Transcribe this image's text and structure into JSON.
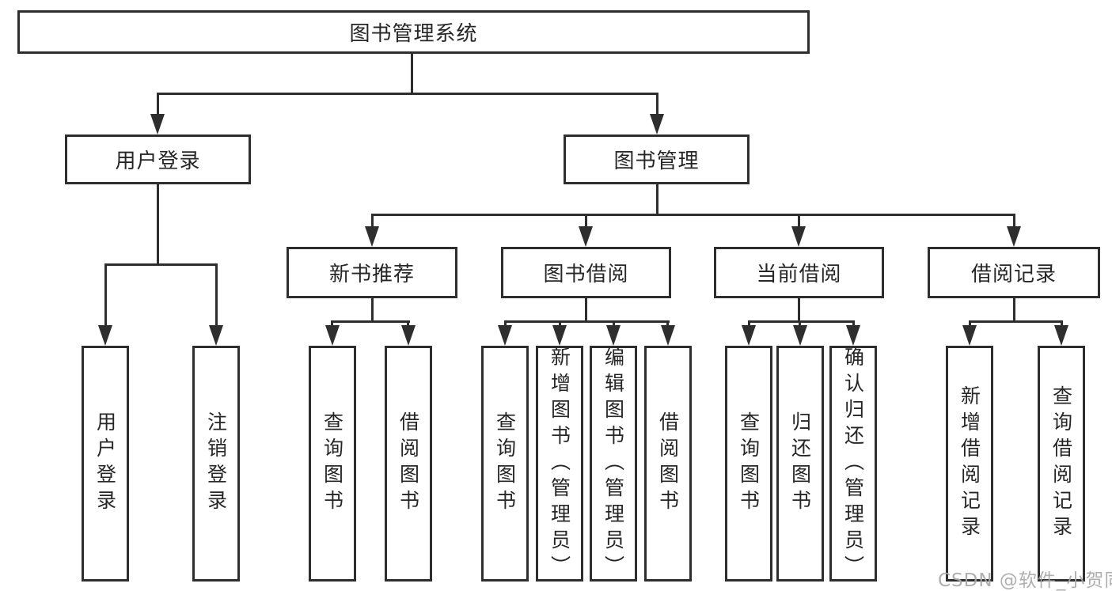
{
  "diagram": {
    "title": "图书管理系统",
    "colors": {
      "line": "#2e2e2e",
      "text": "#262626",
      "watermark": "#a8a8a8",
      "background": "#ffffff"
    }
  },
  "tree": {
    "label": "图书管理系统",
    "children": [
      {
        "label": "用户登录",
        "children": [
          {
            "label": "用户登录"
          },
          {
            "label": "注销登录"
          }
        ]
      },
      {
        "label": "图书管理",
        "children": [
          {
            "label": "新书推荐",
            "children": [
              {
                "label": "查询图书"
              },
              {
                "label": "借阅图书"
              }
            ]
          },
          {
            "label": "图书借阅",
            "children": [
              {
                "label": "查询图书"
              },
              {
                "label": "新增图书（管理员）"
              },
              {
                "label": "编辑图书（管理员）"
              },
              {
                "label": "借阅图书"
              }
            ]
          },
          {
            "label": "当前借阅",
            "children": [
              {
                "label": "查询图书"
              },
              {
                "label": "归还图书"
              },
              {
                "label": "确认归还（管理员）"
              }
            ]
          },
          {
            "label": "借阅记录",
            "children": [
              {
                "label": "新增借阅记录"
              },
              {
                "label": "查询借阅记录"
              }
            ]
          }
        ]
      }
    ]
  },
  "watermark": {
    "text": "CSDN @软件_小贺同学"
  }
}
